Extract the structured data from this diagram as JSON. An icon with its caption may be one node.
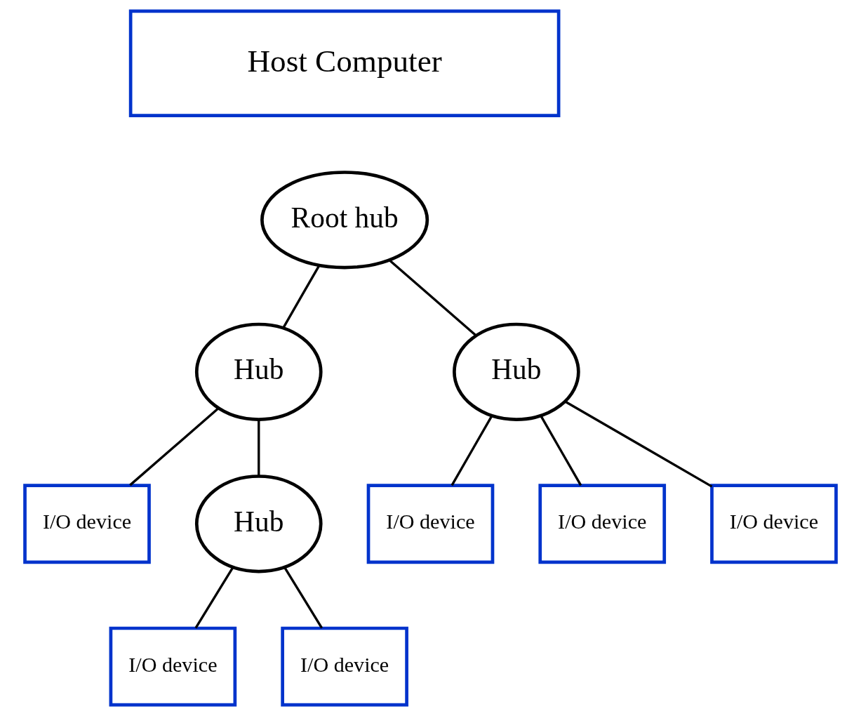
{
  "diagram": {
    "nodes": [
      {
        "text": [
          "Host Computer"
        ]
      },
      {
        "text": [
          "Root hub"
        ]
      },
      {
        "text": [
          "Hub"
        ]
      },
      {
        "text": [
          "Hub"
        ]
      },
      {
        "text": [
          "I/O device"
        ]
      },
      {
        "text": [
          "I/O device"
        ]
      },
      {
        "text": [
          "I/O device"
        ]
      },
      {
        "text": [
          "I/O device"
        ]
      },
      {
        "text": [
          "Hub"
        ]
      },
      {
        "text": [
          "I/O device"
        ]
      },
      {
        "text": [
          "I/O device"
        ]
      }
    ],
    "edges": [
      {
        "from": 1,
        "to": 2,
        "arrow": "none"
      },
      {
        "from": 1,
        "to": 3,
        "arrow": "none"
      },
      {
        "from": 2,
        "to": 8,
        "arrow": "none"
      },
      {
        "from": 2,
        "to": 4,
        "arrow": "none"
      },
      {
        "from": 3,
        "to": 5,
        "arrow": "none"
      },
      {
        "from": 3,
        "to": 6,
        "arrow": "none"
      },
      {
        "from": 3,
        "to": 7,
        "arrow": "none"
      },
      {
        "from": 8,
        "to": 9,
        "arrow": "none"
      },
      {
        "from": 8,
        "to": 10,
        "arrow": "none"
      }
    ]
  }
}
